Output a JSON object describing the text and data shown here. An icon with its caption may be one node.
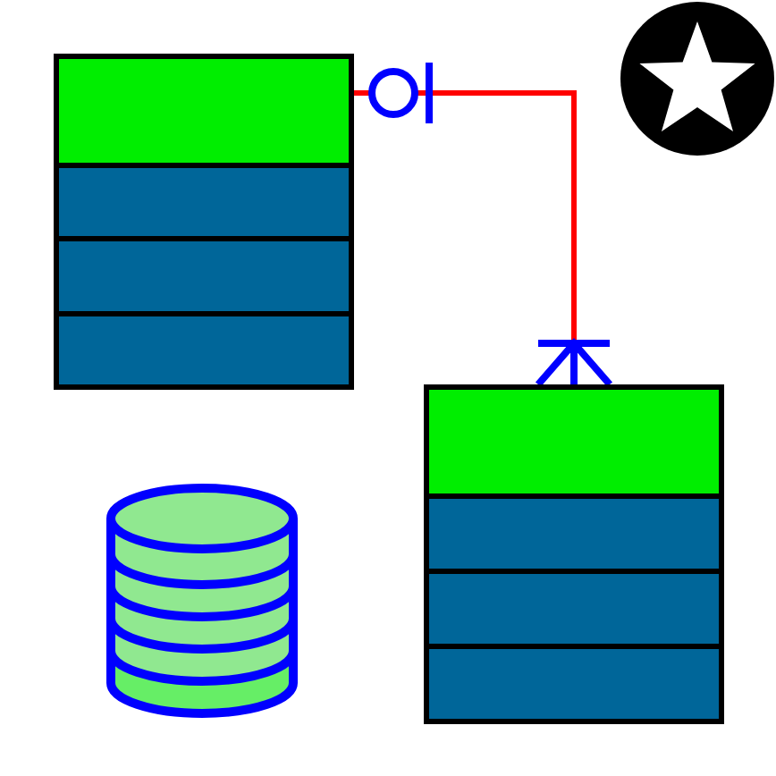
{
  "diagram": {
    "nodes": [
      {
        "text": [],
        "shape": "box"
      },
      {
        "text": [],
        "shape": "box"
      }
    ],
    "edges": [
      {
        "from": 0,
        "to": 1,
        "arrow": "other",
        "color": "#ff0000"
      }
    ]
  }
}
